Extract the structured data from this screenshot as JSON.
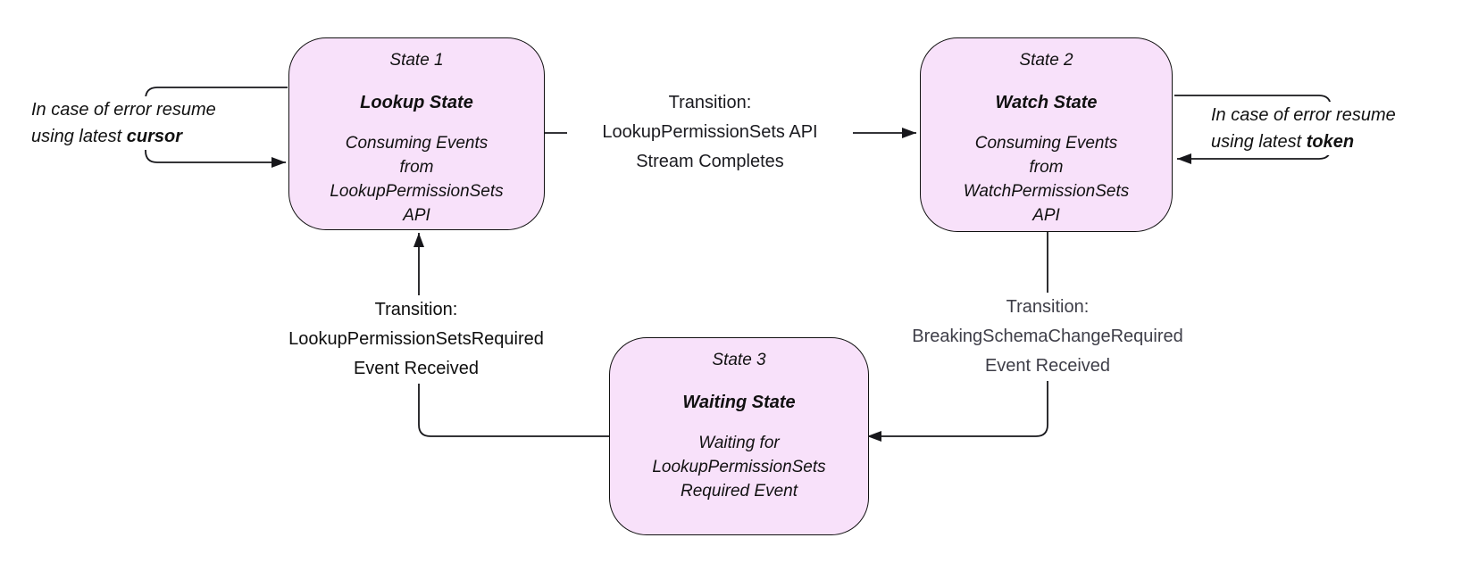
{
  "diagram": {
    "states": [
      {
        "title": "State 1",
        "name": "Lookup State",
        "description": "Consuming Events from LookupPermissionSets API"
      },
      {
        "title": "State 2",
        "name": "Watch State",
        "description": "Consuming Events from WatchPermissionSets API"
      },
      {
        "title": "State 3",
        "name": "Waiting State",
        "description": "Waiting for LookupPermissionSets Required Event"
      }
    ],
    "transitions": [
      {
        "from": "State 1",
        "to": "State 2",
        "prefix": "Transition:",
        "event": "LookupPermissionSets API",
        "detail": "Stream Completes"
      },
      {
        "from": "State 2",
        "to": "State 3",
        "prefix": "Transition:",
        "event": "BreakingSchemaChangeRequired",
        "detail": "Event Received"
      },
      {
        "from": "State 3",
        "to": "State 1",
        "prefix": "Transition:",
        "event": "LookupPermissionSetsRequired",
        "detail": "Event Received"
      }
    ],
    "error_loops": [
      {
        "state": "State 1",
        "line1": "In case of error resume",
        "line2_prefix": "using latest ",
        "line2_bold": "cursor"
      },
      {
        "state": "State 2",
        "line1": "In case of error resume",
        "line2_prefix": "using latest ",
        "line2_bold": "token"
      }
    ],
    "colors": {
      "state_fill": "#f8e1fa",
      "state_border": "#111111",
      "line": "#17171b",
      "label_default": "#1b1b20",
      "label_muted": "#3e3e48",
      "label_dark": "#0e0e0e",
      "text": "#111111"
    }
  }
}
